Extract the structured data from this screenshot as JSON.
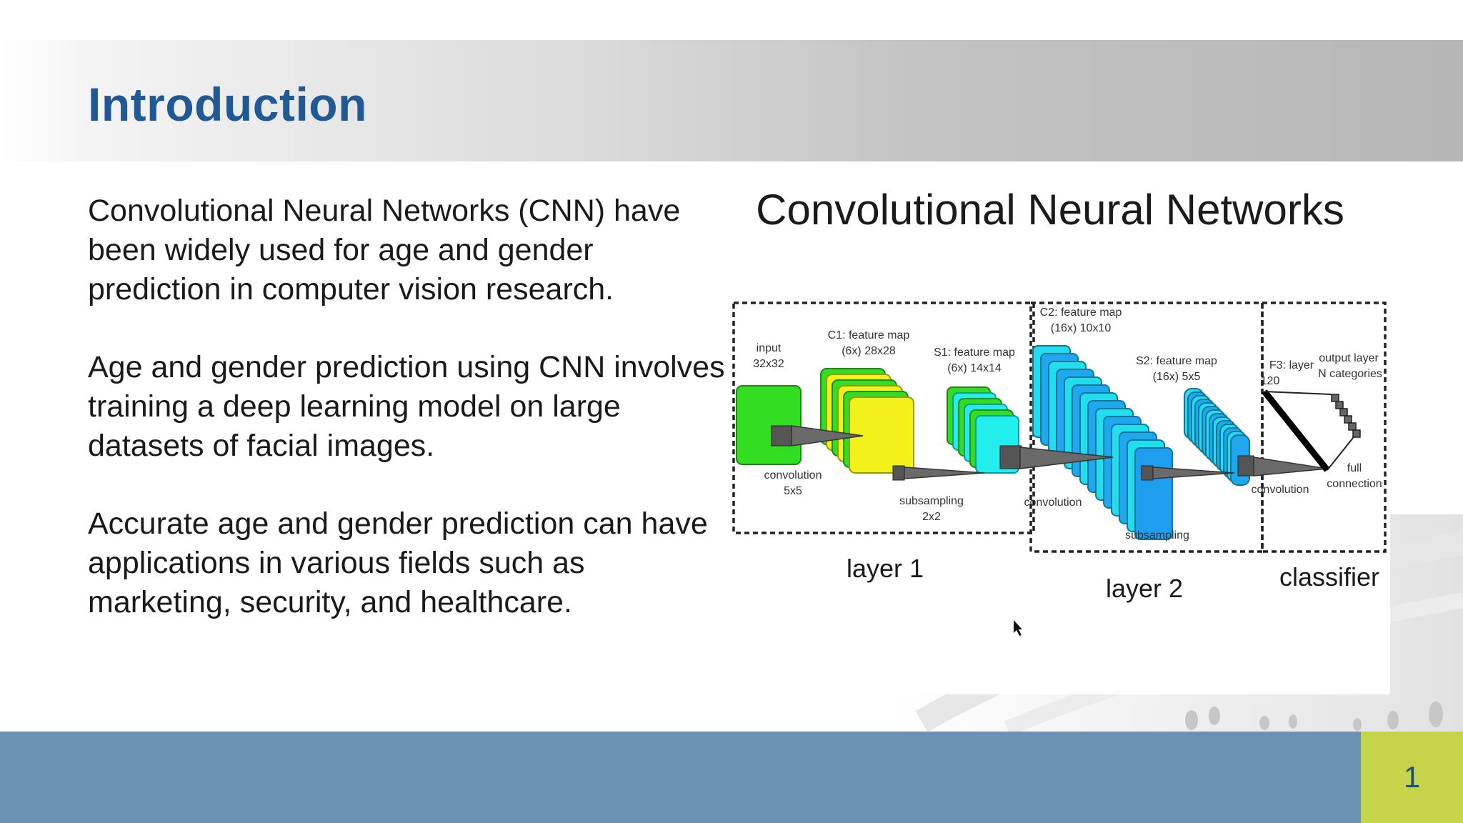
{
  "slide": {
    "title": "Introduction",
    "paragraphs": [
      "Convolutional Neural Networks (CNN) have been widely used for age and gender prediction in computer vision research.",
      "Age and gender prediction using CNN involves training a deep learning model on large datasets of facial images.",
      "Accurate age and gender prediction can have applications in various fields such as marketing, security, and healthcare."
    ],
    "page_number": "1"
  },
  "diagram": {
    "title": "Convolutional Neural Networks",
    "labels": {
      "input": [
        "input",
        "32x32"
      ],
      "c1": [
        "C1: feature map",
        "(6x) 28x28"
      ],
      "s1": [
        "S1: feature map",
        "(6x) 14x14"
      ],
      "c2": [
        "C2: feature map",
        "(16x) 10x10"
      ],
      "s2": [
        "S2: feature map",
        "(16x) 5x5"
      ],
      "f3": [
        "F3: layer",
        "120"
      ],
      "output": [
        "output layer",
        "N categories"
      ],
      "conv1": [
        "convolution",
        "5x5"
      ],
      "sub1": [
        "subsampling",
        "2x2"
      ],
      "conv2": "convolution",
      "sub2": "subsampling",
      "conv3": "convolution",
      "full": [
        "full",
        "connection"
      ]
    },
    "sections": {
      "layer1": "layer 1",
      "layer2": "layer 2",
      "classifier": "classifier"
    }
  },
  "colors": {
    "title": "#1f5a96",
    "footer": "#6b91b3",
    "page_box": "#c5d44a",
    "page_number": "#1f4f80",
    "green": "#33dd22",
    "yellow": "#f2f21a",
    "cyan": "#22eeee",
    "blue": "#1f9ef0"
  }
}
